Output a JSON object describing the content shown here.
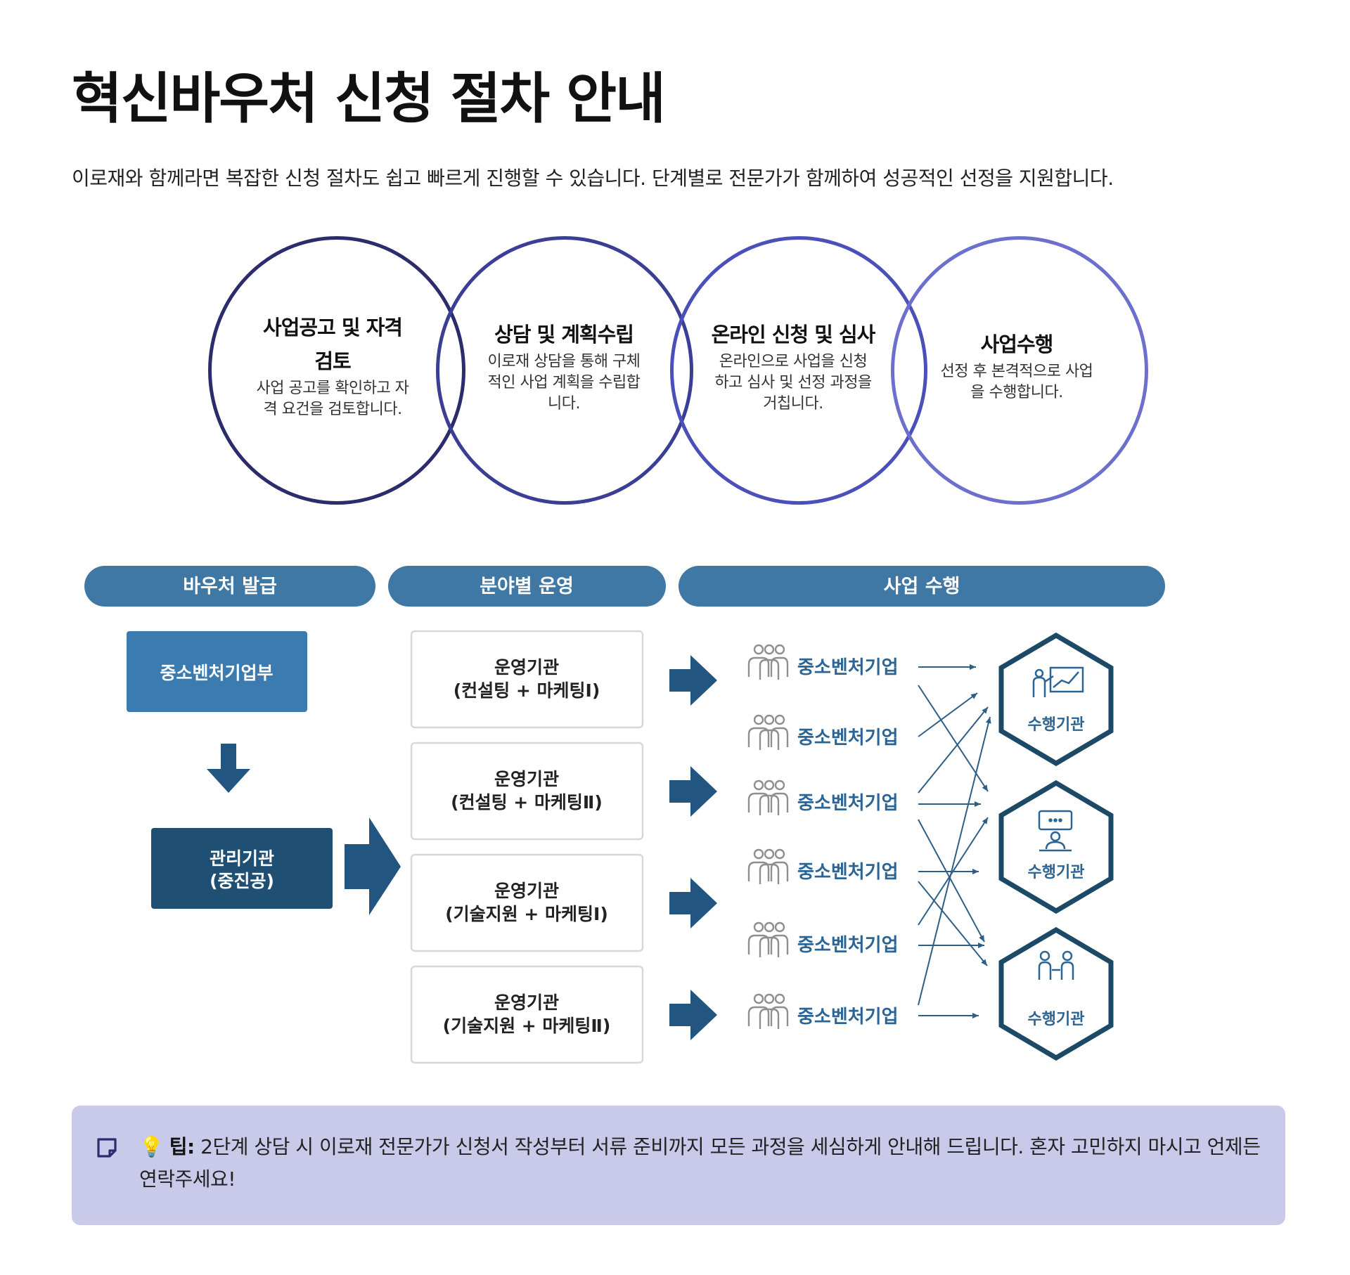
{
  "page": {
    "title": "혁신바우처 신청 절차 안내",
    "intro": "이로재와 함께라면 복잡한 신청 절차도 쉽고 빠르게 진행할 수 있습니다. 단계별로 전문가가 함께하여 성공적인 선정을 지원합니다."
  },
  "steps": [
    {
      "title_line1": "사업공고 및 자격",
      "title_line2": "검토",
      "desc_line1": "사업 공고를 확인하고 자",
      "desc_line2": "격 요건을 검토합니다.",
      "desc_line3": ""
    },
    {
      "title_line1": "상담 및 계획수립",
      "title_line2": "",
      "desc_line1": "이로재 상담을 통해 구체",
      "desc_line2": "적인 사업 계획을 수립합",
      "desc_line3": "니다."
    },
    {
      "title_line1": "온라인 신청 및 심사",
      "title_line2": "",
      "desc_line1": "온라인으로 사업을 신청",
      "desc_line2": "하고 심사 및 선정 과정을",
      "desc_line3": "거칩니다."
    },
    {
      "title_line1": "사업수행",
      "title_line2": "",
      "desc_line1": "선정 후 본격적으로 사업",
      "desc_line2": "을 수행합니다.",
      "desc_line3": ""
    }
  ],
  "diagram": {
    "headers": [
      "바우처 발급",
      "분야별 운영",
      "사업 수행"
    ],
    "ministry": "중소벤처기업부",
    "agency_line1": "관리기관",
    "agency_line2": "(중진공)",
    "operators": [
      {
        "line1": "운영기관",
        "line2": "(컨설팅 + 마케팅Ⅰ)"
      },
      {
        "line1": "운영기관",
        "line2": "(컨설팅 + 마케팅Ⅱ)"
      },
      {
        "line1": "운영기관",
        "line2": "(기술지원 + 마케팅Ⅰ)"
      },
      {
        "line1": "운영기관",
        "line2": "(기술지원 + 마케팅Ⅱ)"
      }
    ],
    "companies": [
      "중소벤처기업",
      "중소벤처기업",
      "중소벤처기업",
      "중소벤처기업",
      "중소벤처기업",
      "중소벤처기업"
    ],
    "performers": [
      "수행기관",
      "수행기관",
      "수행기관"
    ]
  },
  "tip": {
    "emoji": "💡",
    "label": "팁:",
    "text": " 2단계 상담 시 이로재 전문가가 신청서 작성부터 서류 준비까지 모든 과정을 세심하게 안내해 드립니다. 혼자 고민하지 마시고 언제든 연락주세요!"
  },
  "colors": {
    "header_blue": "#3f78a5",
    "ministry_blue": "#3c7bb0",
    "agency_navy": "#1f4f73",
    "arrow_blue": "#22557f",
    "hexagon": "#1c4a66",
    "tip_bg": "#c9c9ea"
  },
  "icons": {
    "people": "people-group-icon",
    "presentation": "presentation-chart-icon",
    "consult": "consulting-speech-icon",
    "exchange": "exchange-people-icon",
    "note": "note-icon"
  }
}
